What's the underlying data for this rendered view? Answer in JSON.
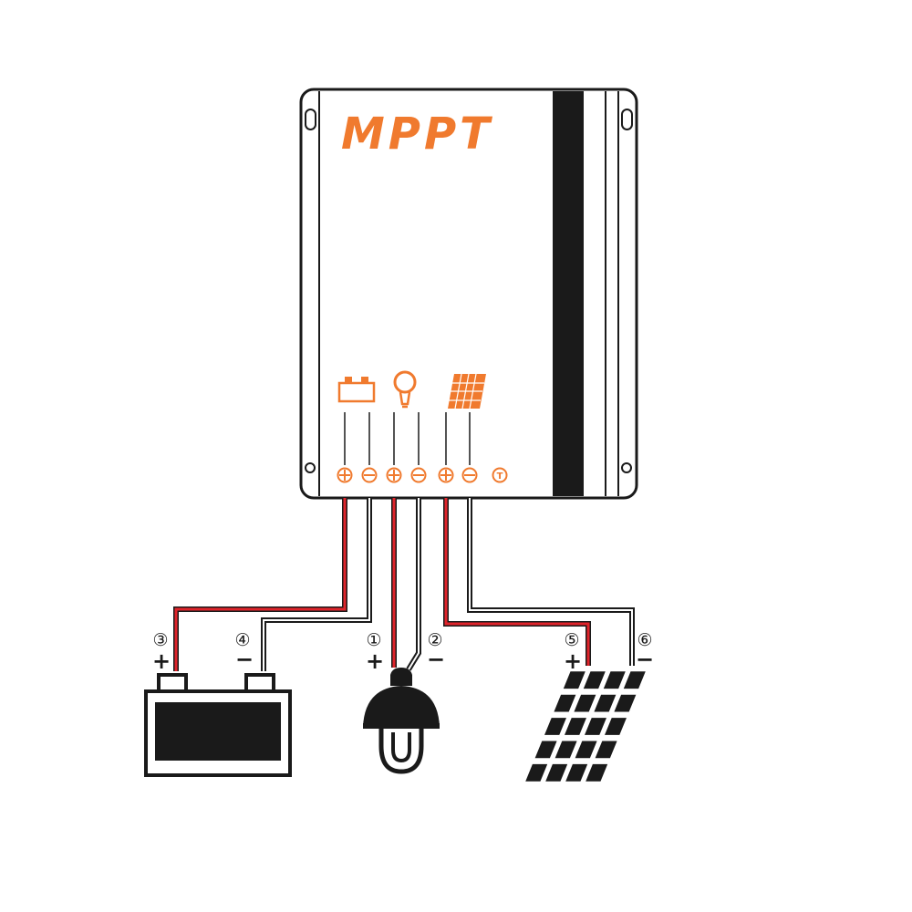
{
  "controller": {
    "brand": "MPPT",
    "terminal_symbols": [
      "⊕",
      "⊖",
      "⊕",
      "⊖",
      "⊕",
      "⊖"
    ],
    "temp_symbol": "T"
  },
  "connections": {
    "battery": {
      "pos_num": "③",
      "neg_num": "④",
      "pos_sign": "+",
      "neg_sign": "−"
    },
    "load": {
      "pos_num": "①",
      "neg_num": "②",
      "pos_sign": "+",
      "neg_sign": "−"
    },
    "solar": {
      "pos_num": "⑤",
      "neg_num": "⑥",
      "pos_sign": "+",
      "neg_sign": "−"
    }
  },
  "colors": {
    "accent": "#F07A2E",
    "positive_wire": "#E0242B",
    "negative_wire": "#1A1A1A",
    "outline": "#1A1A1A"
  },
  "icons": [
    "battery-icon",
    "bulb-icon",
    "solar-panel-icon",
    "lamp-icon",
    "solar-module-icon"
  ]
}
